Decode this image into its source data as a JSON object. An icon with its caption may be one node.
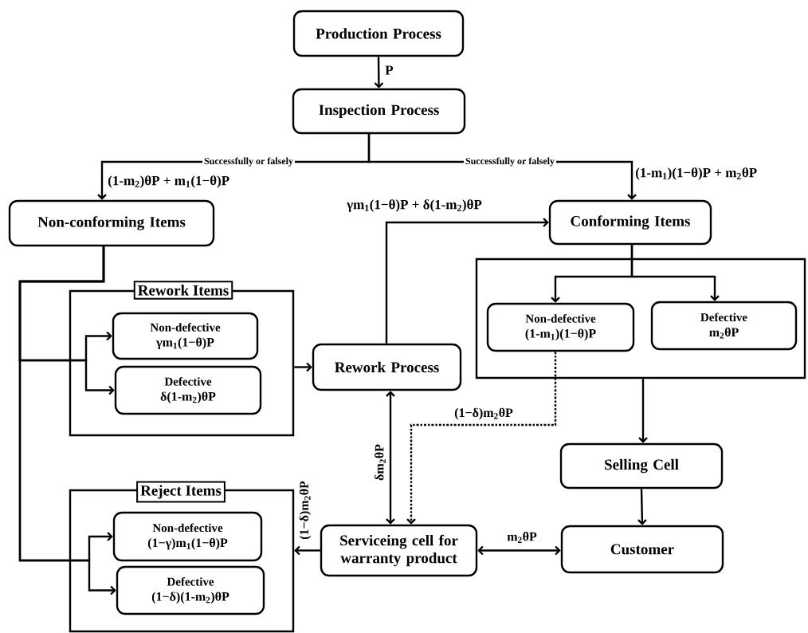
{
  "diagram": {
    "nodes": [
      {
        "text": [
          "Production Process"
        ]
      },
      {
        "text": [
          "Inspection Process"
        ]
      },
      {
        "text": [
          "Non-conforming Items"
        ]
      },
      {
        "text": [
          "Conforming Items"
        ]
      },
      {
        "text": [
          "Rework Items"
        ]
      },
      {
        "text": [
          "Non-defective",
          "γm$_{1}$(1−θ)P"
        ],
        "in": 4
      },
      {
        "text": [
          "Defective",
          "δ(1-m$_{2}$)θP"
        ],
        "in": 4
      },
      {
        "text": [
          "Rework Process"
        ]
      },
      {
        "text": [],
        "shape": "box"
      },
      {
        "text": [
          "Non-defective",
          "(1-m$_{1}$)(1−θ)P"
        ],
        "in": 8
      },
      {
        "text": [
          "Defective",
          "m$_{2}$θP"
        ],
        "in": 8
      },
      {
        "text": [
          "Selling Cell"
        ]
      },
      {
        "text": [
          "Reject Items"
        ]
      },
      {
        "text": [
          "Non-defective",
          "(1−γ)m$_{1}$(1−θ)P"
        ],
        "in": 12
      },
      {
        "text": [
          "Defective",
          "(1−δ)(1-m$_{2}$)θP"
        ],
        "in": 12
      },
      {
        "text": [
          "Serviceing cell for warranty product"
        ]
      },
      {
        "text": [
          "Customer"
        ]
      }
    ],
    "edges": [
      {
        "from": 0,
        "to": 1,
        "arrow": "to",
        "label": "P"
      },
      {
        "from": 1,
        "to": 2,
        "arrow": "to",
        "label": "Successfully or falsely"
      },
      {
        "from": 1,
        "to": 3,
        "arrow": "to",
        "label": "Successfully or falsely"
      },
      {
        "from": 2,
        "to": 5,
        "arrow": "to"
      },
      {
        "from": 2,
        "to": 6,
        "arrow": "to"
      },
      {
        "from": 2,
        "to": 13,
        "arrow": "to"
      },
      {
        "from": 2,
        "to": 14,
        "arrow": "to"
      },
      {
        "from": 4,
        "to": 7,
        "arrow": "to"
      },
      {
        "from": 7,
        "to": 3,
        "arrow": "to",
        "label": "γm$_{1}$(1−θ)P + δ(1-m$_{2}$)θP"
      },
      {
        "from": 3,
        "to": 9,
        "arrow": "to"
      },
      {
        "from": 3,
        "to": 10,
        "arrow": "to"
      },
      {
        "from": 8,
        "to": 11,
        "arrow": "to"
      },
      {
        "from": 11,
        "to": 16,
        "arrow": "to"
      },
      {
        "from": 15,
        "to": 16,
        "arrow": "both",
        "label": "m$_{2}$θP"
      },
      {
        "from": 7,
        "to": 15,
        "arrow": "both",
        "label": "δm$_{2}$θP"
      },
      {
        "from": 9,
        "to": 15,
        "arrow": "to",
        "style": "dashed",
        "label": "(1−δ)m$_{2}$θP"
      },
      {
        "from": 15,
        "to": 12,
        "arrow": "to",
        "label": "(1−δ)m$_{2}$θP"
      }
    ],
    "labels": [
      "(1-m$_{2}$)θP + m$_{1}$(1−θ)P",
      "(1-m$_{1}$)(1−θ)P + m$_{2}$θP"
    ]
  }
}
